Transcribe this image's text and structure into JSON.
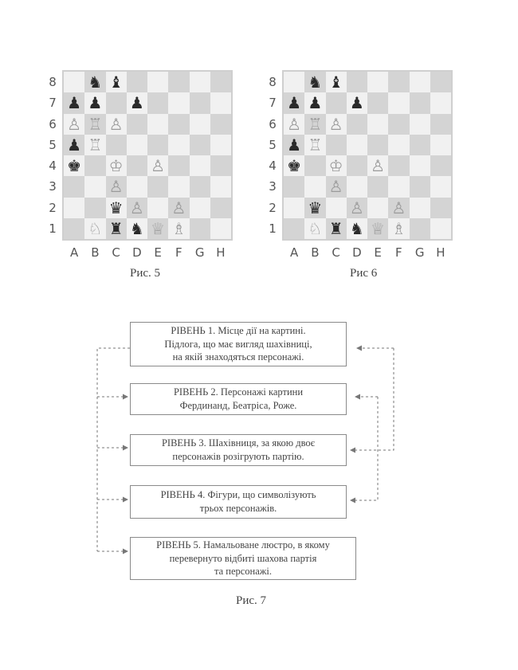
{
  "figure5": {
    "caption": "Рис. 5",
    "files": [
      "A",
      "B",
      "C",
      "D",
      "E",
      "F",
      "G",
      "H"
    ],
    "ranks": [
      "8",
      "7",
      "6",
      "5",
      "4",
      "3",
      "2",
      "1"
    ],
    "pieces": [
      {
        "sq": "b8",
        "glyph": "♞",
        "side": "black"
      },
      {
        "sq": "c8",
        "glyph": "♝",
        "side": "black"
      },
      {
        "sq": "a7",
        "glyph": "♟",
        "side": "black"
      },
      {
        "sq": "b7",
        "glyph": "♟",
        "side": "black"
      },
      {
        "sq": "d7",
        "glyph": "♟",
        "side": "black"
      },
      {
        "sq": "a6",
        "glyph": "♙",
        "side": "white"
      },
      {
        "sq": "b6",
        "glyph": "♖",
        "side": "white"
      },
      {
        "sq": "c6",
        "glyph": "♙",
        "side": "white"
      },
      {
        "sq": "a5",
        "glyph": "♟",
        "side": "black"
      },
      {
        "sq": "b5",
        "glyph": "♖",
        "side": "white"
      },
      {
        "sq": "a4",
        "glyph": "♚",
        "side": "black"
      },
      {
        "sq": "c4",
        "glyph": "♔",
        "side": "white"
      },
      {
        "sq": "e4",
        "glyph": "♙",
        "side": "white"
      },
      {
        "sq": "c3",
        "glyph": "♙",
        "side": "white"
      },
      {
        "sq": "c2",
        "glyph": "♛",
        "side": "black"
      },
      {
        "sq": "d2",
        "glyph": "♙",
        "side": "white"
      },
      {
        "sq": "f2",
        "glyph": "♙",
        "side": "white"
      },
      {
        "sq": "b1",
        "glyph": "♘",
        "side": "white"
      },
      {
        "sq": "c1",
        "glyph": "♜",
        "side": "black"
      },
      {
        "sq": "d1",
        "glyph": "♞",
        "side": "black"
      },
      {
        "sq": "e1",
        "glyph": "♕",
        "side": "white"
      },
      {
        "sq": "f1",
        "glyph": "♗",
        "side": "white"
      }
    ]
  },
  "figure6": {
    "caption": "Рис 6",
    "files": [
      "A",
      "B",
      "C",
      "D",
      "E",
      "F",
      "G",
      "H"
    ],
    "ranks": [
      "8",
      "7",
      "6",
      "5",
      "4",
      "3",
      "2",
      "1"
    ],
    "pieces": [
      {
        "sq": "b8",
        "glyph": "♞",
        "side": "black"
      },
      {
        "sq": "c8",
        "glyph": "♝",
        "side": "black"
      },
      {
        "sq": "a7",
        "glyph": "♟",
        "side": "black"
      },
      {
        "sq": "b7",
        "glyph": "♟",
        "side": "black"
      },
      {
        "sq": "d7",
        "glyph": "♟",
        "side": "black"
      },
      {
        "sq": "a6",
        "glyph": "♙",
        "side": "white"
      },
      {
        "sq": "b6",
        "glyph": "♖",
        "side": "white"
      },
      {
        "sq": "c6",
        "glyph": "♙",
        "side": "white"
      },
      {
        "sq": "a5",
        "glyph": "♟",
        "side": "black"
      },
      {
        "sq": "b5",
        "glyph": "♖",
        "side": "white"
      },
      {
        "sq": "a4",
        "glyph": "♚",
        "side": "black"
      },
      {
        "sq": "c4",
        "glyph": "♔",
        "side": "white"
      },
      {
        "sq": "e4",
        "glyph": "♙",
        "side": "white"
      },
      {
        "sq": "c3",
        "glyph": "♙",
        "side": "white"
      },
      {
        "sq": "b2",
        "glyph": "♛",
        "side": "black"
      },
      {
        "sq": "d2",
        "glyph": "♙",
        "side": "white"
      },
      {
        "sq": "f2",
        "glyph": "♙",
        "side": "white"
      },
      {
        "sq": "b1",
        "glyph": "♘",
        "side": "white"
      },
      {
        "sq": "c1",
        "glyph": "♜",
        "side": "black"
      },
      {
        "sq": "d1",
        "glyph": "♞",
        "side": "black"
      },
      {
        "sq": "e1",
        "glyph": "♕",
        "side": "white"
      },
      {
        "sq": "f1",
        "glyph": "♗",
        "side": "white"
      }
    ]
  },
  "figure7": {
    "caption": "Рис. 7",
    "levels": [
      "РІВЕНЬ 1. Місце дії на картині.\nПідлога, що має вигляд шахівниці,\nна якій знаходяться персонажі.",
      "РІВЕНЬ 2. Персонажі картини\nФердинанд, Беатріса, Роже.",
      "РІВЕНЬ 3. Шахівниця, за якою двоє\nперсонажів розігрують партію.",
      "РІВЕНЬ 4. Фігури, що символізують\nтрьох персонажів.",
      "РІВЕНЬ 5. Намальоване люстро, в якому\nперевернуто відбиті шахова партія\nта персонажі."
    ]
  }
}
